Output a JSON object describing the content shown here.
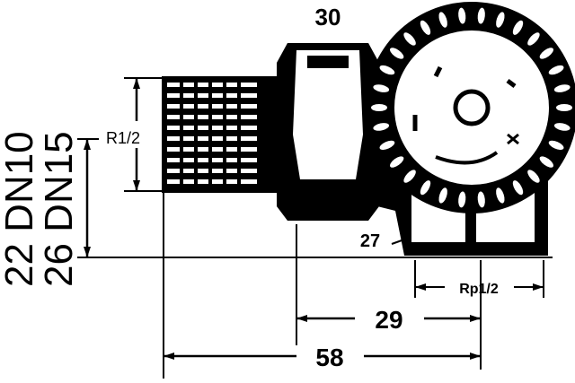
{
  "dimensions": {
    "hex_size": "30",
    "thread_inlet": "R1/2",
    "height_dn10": "22 DN10",
    "height_dn15": "26 DN15",
    "body_size": "27",
    "thread_outlet": "Rp1/2",
    "offset": "29",
    "overall_length": "58"
  },
  "colors": {
    "ink": "#000000",
    "background": "#ffffff"
  }
}
